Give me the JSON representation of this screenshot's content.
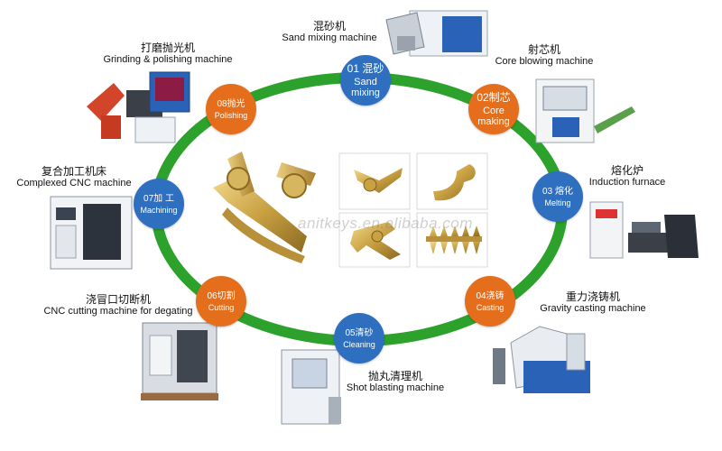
{
  "watermark": "anitkeys.en.alibaba.com",
  "colors": {
    "ring": "#2ca12c",
    "blue_node": "#2f6fbf",
    "orange_node": "#e56e1d"
  },
  "steps": [
    {
      "num_label": "01 混砂",
      "en_label": "Sand mixing",
      "machine_zh": "混砂机",
      "machine_en": "Sand mixing machine",
      "color": "blue"
    },
    {
      "num_label": "02制芯",
      "en_label": "Core making",
      "machine_zh": "射芯机",
      "machine_en": "Core blowing machine",
      "color": "orange"
    },
    {
      "num_label": "03 熔化",
      "en_label": "Melting",
      "machine_zh": "熔化炉",
      "machine_en": "Induction furnace",
      "color": "blue"
    },
    {
      "num_label": "04浇铸",
      "en_label": "Casting",
      "machine_zh": "重力浇铸机",
      "machine_en": "Gravity casting machine",
      "color": "orange"
    },
    {
      "num_label": "05清砂",
      "en_label": "Cleaning",
      "machine_zh": "抛丸清理机",
      "machine_en": "Shot blasting machine",
      "color": "blue"
    },
    {
      "num_label": "06切割",
      "en_label": "Cutting",
      "machine_zh": "浇冒口切断机",
      "machine_en": "CNC cutting machine for degating",
      "color": "orange"
    },
    {
      "num_label": "07加 工",
      "en_label": "Machining",
      "machine_zh": "复合加工机床",
      "machine_en": "Complexed CNC machine",
      "color": "blue"
    },
    {
      "num_label": "08抛光",
      "en_label": "Polishing",
      "machine_zh": "打磨抛光机",
      "machine_en": "Grinding & polishing machine",
      "color": "orange"
    }
  ]
}
